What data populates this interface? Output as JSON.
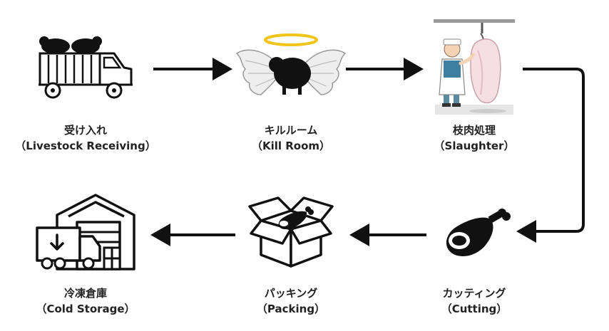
{
  "steps": [
    {
      "jp": "受け入れ",
      "en": "（Livestock Receiving）"
    },
    {
      "jp": "キルルーム",
      "en": "（Kill Room）"
    },
    {
      "jp": "枝肉処理",
      "en": "（Slaughter）"
    },
    {
      "jp": "カッティング",
      "en": "（Cutting）"
    },
    {
      "jp": "パッキング",
      "en": "（Packing）"
    },
    {
      "jp": "冷凍倉庫",
      "en": "（Cold Storage）"
    }
  ]
}
